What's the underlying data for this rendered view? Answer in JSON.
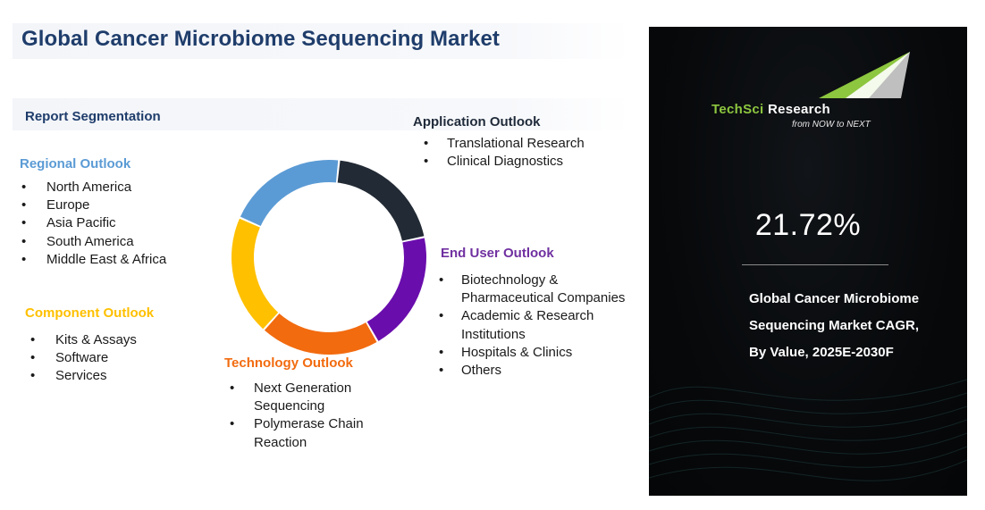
{
  "title": "Global Cancer Microbiome Sequencing Market",
  "report_segmentation": "Report Segmentation",
  "sections": {
    "regional": {
      "heading": "Regional Outlook",
      "color": "#5b9bd5",
      "items": [
        "North America",
        "Europe",
        "Asia Pacific",
        "South America",
        "Middle East & Africa"
      ]
    },
    "component": {
      "heading": "Component Outlook",
      "color": "#ffc000",
      "items": [
        "Kits & Assays",
        "Software",
        "Services"
      ]
    },
    "application": {
      "heading": "Application Outlook",
      "color": "#1f2a3a",
      "items": [
        "Translational Research",
        "Clinical Diagnostics"
      ]
    },
    "enduser": {
      "heading": "End User Outlook",
      "color": "#7030a0",
      "items": [
        "Biotechnology & Pharmaceutical Companies",
        "Academic & Research Institutions",
        "Hospitals & Clinics",
        "Others"
      ]
    },
    "technology": {
      "heading": "Technology Outlook",
      "color": "#f26b0f",
      "items": [
        "Next Generation Sequencing",
        "Polymerase Chain Reaction"
      ]
    }
  },
  "donut_segments": [
    {
      "section": "application",
      "color": "#222a35"
    },
    {
      "section": "enduser",
      "color": "#6a0dad"
    },
    {
      "section": "technology",
      "color": "#f26b0f"
    },
    {
      "section": "component",
      "color": "#ffc000"
    },
    {
      "section": "regional",
      "color": "#5b9bd5"
    }
  ],
  "panel": {
    "logo_tech": "TechSci",
    "logo_research": " Research",
    "logo_tagline": "from NOW to NEXT",
    "logo_accent": "#8dc63f",
    "cagr_value": "21.72%",
    "description": "Global Cancer Microbiome Sequencing Market CAGR, By Value, 2025E-2030F"
  }
}
